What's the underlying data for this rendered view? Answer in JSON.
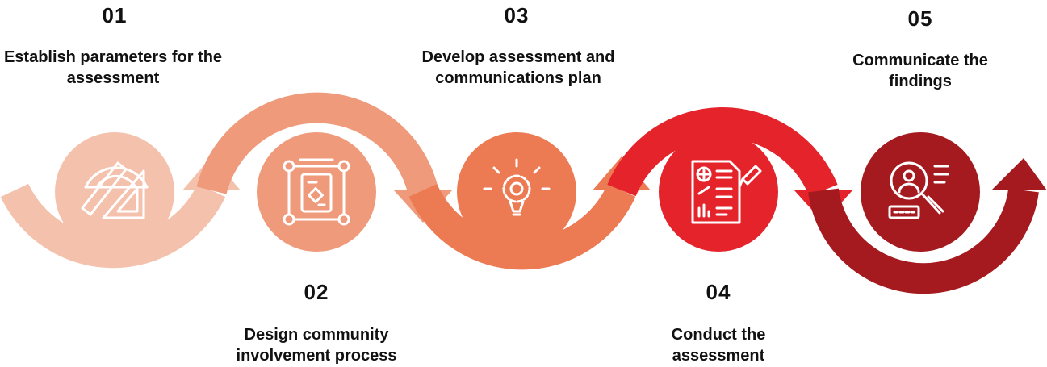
{
  "steps": [
    {
      "number": "01",
      "title": "Establish parameters for the assessment",
      "color": "#f4c1ad",
      "icon": "ruler-protractor-icon"
    },
    {
      "number": "02",
      "title": "Design community involvement process",
      "color": "#ef9a7b",
      "icon": "network-diagram-icon"
    },
    {
      "number": "03",
      "title": "Develop assessment and communications plan",
      "color": "#ec7a53",
      "icon": "lightbulb-gear-icon"
    },
    {
      "number": "04",
      "title": "Conduct the assessment",
      "color": "#e4232b",
      "icon": "report-document-icon"
    },
    {
      "number": "05",
      "title": "Communicate the findings",
      "color": "#a51a1f",
      "icon": "search-person-icon"
    }
  ]
}
